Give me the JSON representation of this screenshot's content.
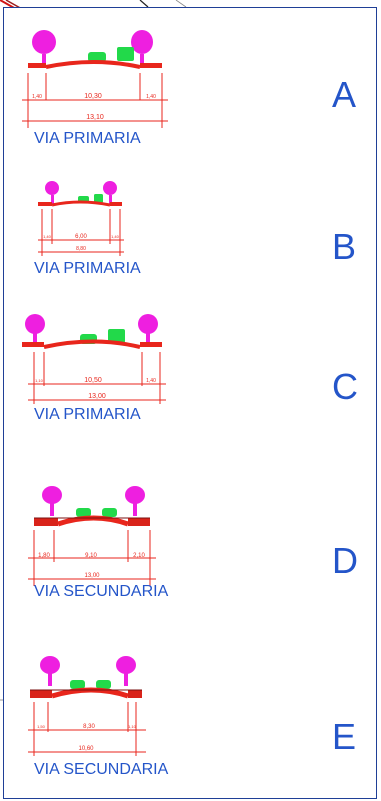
{
  "sections": [
    {
      "letter": "A",
      "label": "VIA PRIMARIA",
      "dims": {
        "left": "1,40",
        "center": "10,30",
        "right": "1,40",
        "total": "13,10"
      }
    },
    {
      "letter": "B",
      "label": "VIA PRIMARIA",
      "dims": {
        "left": "1,40",
        "center": "6,00",
        "right": "1,40",
        "total": "8,80"
      }
    },
    {
      "letter": "C",
      "label": "VIA PRIMARIA",
      "dims": {
        "left": "1,10",
        "center": "10,50",
        "right": "1,40",
        "total": "13,00"
      }
    },
    {
      "letter": "D",
      "label": "VIA SECUNDARIA",
      "dims": {
        "left": "1,80",
        "center": "9,10",
        "right": "2,10",
        "total": "13,00"
      }
    },
    {
      "letter": "E",
      "label": "VIA SECUNDARIA",
      "dims": {
        "left": "1,50",
        "center": "8,30",
        "right": "1,10",
        "total": "10,60"
      }
    }
  ],
  "colors": {
    "road": "#e8261c",
    "tree": "#ee1fe0",
    "vehicle": "#22d94a",
    "dimension": "#e8261c",
    "label": "#2455c9",
    "frame": "#1f3f96"
  },
  "icons": [
    "tree-icon",
    "car-icon",
    "bus-icon"
  ]
}
